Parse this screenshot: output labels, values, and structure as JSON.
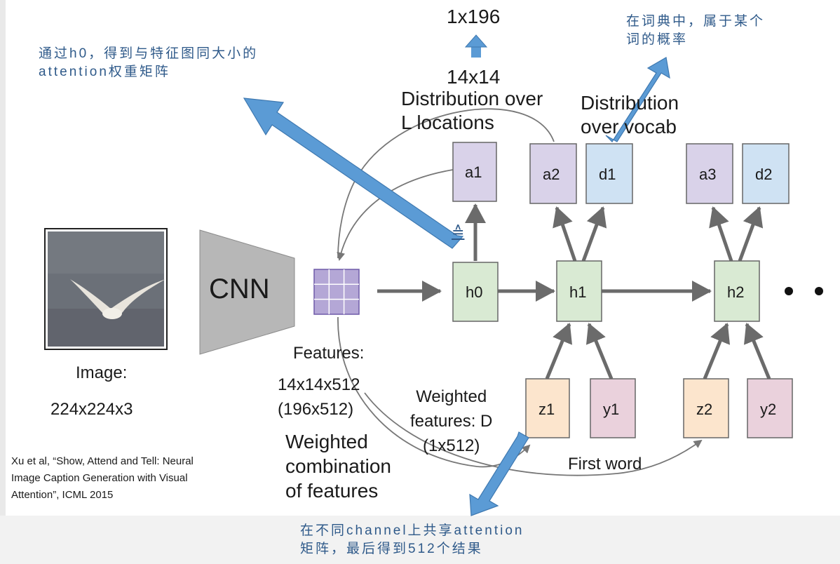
{
  "labels": {
    "top_dim": "1x196",
    "loc_dim": "14x14",
    "dist_locations": "Distribution over\nL locations",
    "dist_vocab": "Distribution\nover vocab",
    "cnn": "CNN",
    "image_label": "Image:",
    "image_dim": "224x224x3",
    "features_label": "Features:",
    "features_dim": "14x14x512\n(196x512)",
    "weighted_features": "Weighted\nfeatures: D\n(1x512)",
    "weighted_combination": "Weighted\ncombination\nof features",
    "first_word": "First word",
    "citation": "Xu et al, “Show, Attend and Tell: Neural\nImage Caption Generation with Visual\nAttention”, ICML 2015",
    "dots": "• •"
  },
  "nodes": {
    "a1": "a1",
    "a2": "a2",
    "d1": "d1",
    "a3": "a3",
    "d2": "d2",
    "h0": "h0",
    "h1": "h1",
    "h2": "h2",
    "z1": "z1",
    "y1": "y1",
    "z2": "z2",
    "y2": "y2"
  },
  "annotations": {
    "attention_note": "通过h0，得到与特征图同大小的\nattention权重矩阵",
    "vocab_note": "在词典中，属于某个\n词的概率",
    "channel_note": "在不同channel上共享attention\n矩阵，最后得到512个结果",
    "stray_mark": "≙"
  },
  "colors": {
    "attention_node": "#d9d2e9",
    "vocab_node": "#cfe2f3",
    "hidden_node": "#d9ead3",
    "weighted_feature_node": "#fce5cd",
    "word_node": "#ead1dc",
    "feature_grid": "#b4a7d6",
    "cnn_trapezoid": "#b7b7b7",
    "annotation_arrow": "#5b9bd5",
    "annotation_text": "#2f5a8a"
  }
}
